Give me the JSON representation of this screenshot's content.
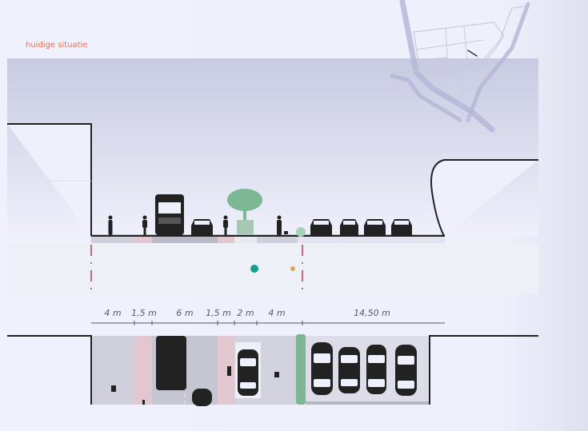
{
  "title": "huidige situatie",
  "dimensions": [
    "4 m",
    "1,5 m",
    "6 m",
    "1,5 m",
    "2 m",
    "4 m",
    "14,50 m"
  ],
  "colors": {
    "title": "#f26b4f",
    "sidewalk": "#cfd0dc",
    "bike_lane": "#e3c7d0",
    "road": "#c3c4cf",
    "green_strip": "#7cb894",
    "parking": "#dcdde8",
    "marker_red": "#c0394a",
    "dot_teal": "#149e8c",
    "dot_orange": "#f0a040"
  }
}
